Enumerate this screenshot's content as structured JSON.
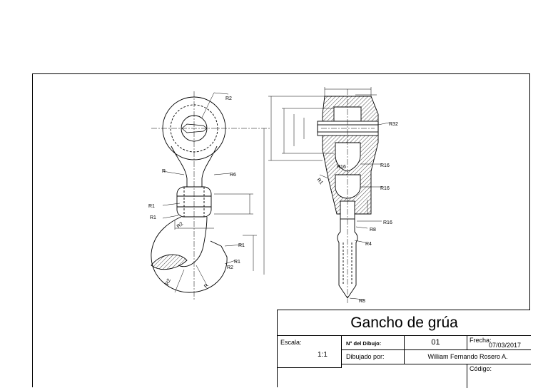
{
  "drawing": {
    "title": "Gancho de grúa",
    "labels": {
      "escala_label": "Escala:",
      "escala_value": "1:1",
      "numero_label": "N° del Dibujo:",
      "numero_value": "01",
      "fecha_label": "Frecha:",
      "fecha_value": "07/03/2017",
      "dibujado_label": "Dibujado por:",
      "dibujado_value": "William Fernando Rosero A.",
      "codigo_label": "Código:"
    },
    "dimensions": {
      "r2_top": "R2",
      "r_quarter": "R",
      "r6": "R6",
      "r1_16": "R1",
      "r1_4": "R1",
      "r2_mid": "R2",
      "r1_bot": "R1",
      "r2_bot": "R2",
      "r1_right": "R1",
      "r_final": "R",
      "r32": "R32",
      "r16a": "R16",
      "r16b": "R16",
      "r16c": "R16",
      "r8a": "R8",
      "r8b": "R8",
      "r4": "R4",
      "r16d": "R16",
      "r1_side": "R1"
    }
  }
}
